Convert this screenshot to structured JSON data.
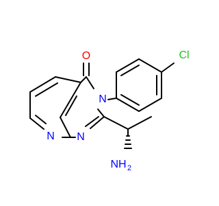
{
  "structure": {
    "atoms": {
      "oxygen": "O",
      "n3": "N",
      "n1": "N",
      "n8": "N",
      "chlorine": "Cl",
      "amine": "NH",
      "amine_subscript": "2"
    },
    "colors": {
      "bond": "#000000",
      "oxygen": "#ff0000",
      "nitrogen": "#0000ff",
      "chlorine": "#1ec41e"
    }
  }
}
